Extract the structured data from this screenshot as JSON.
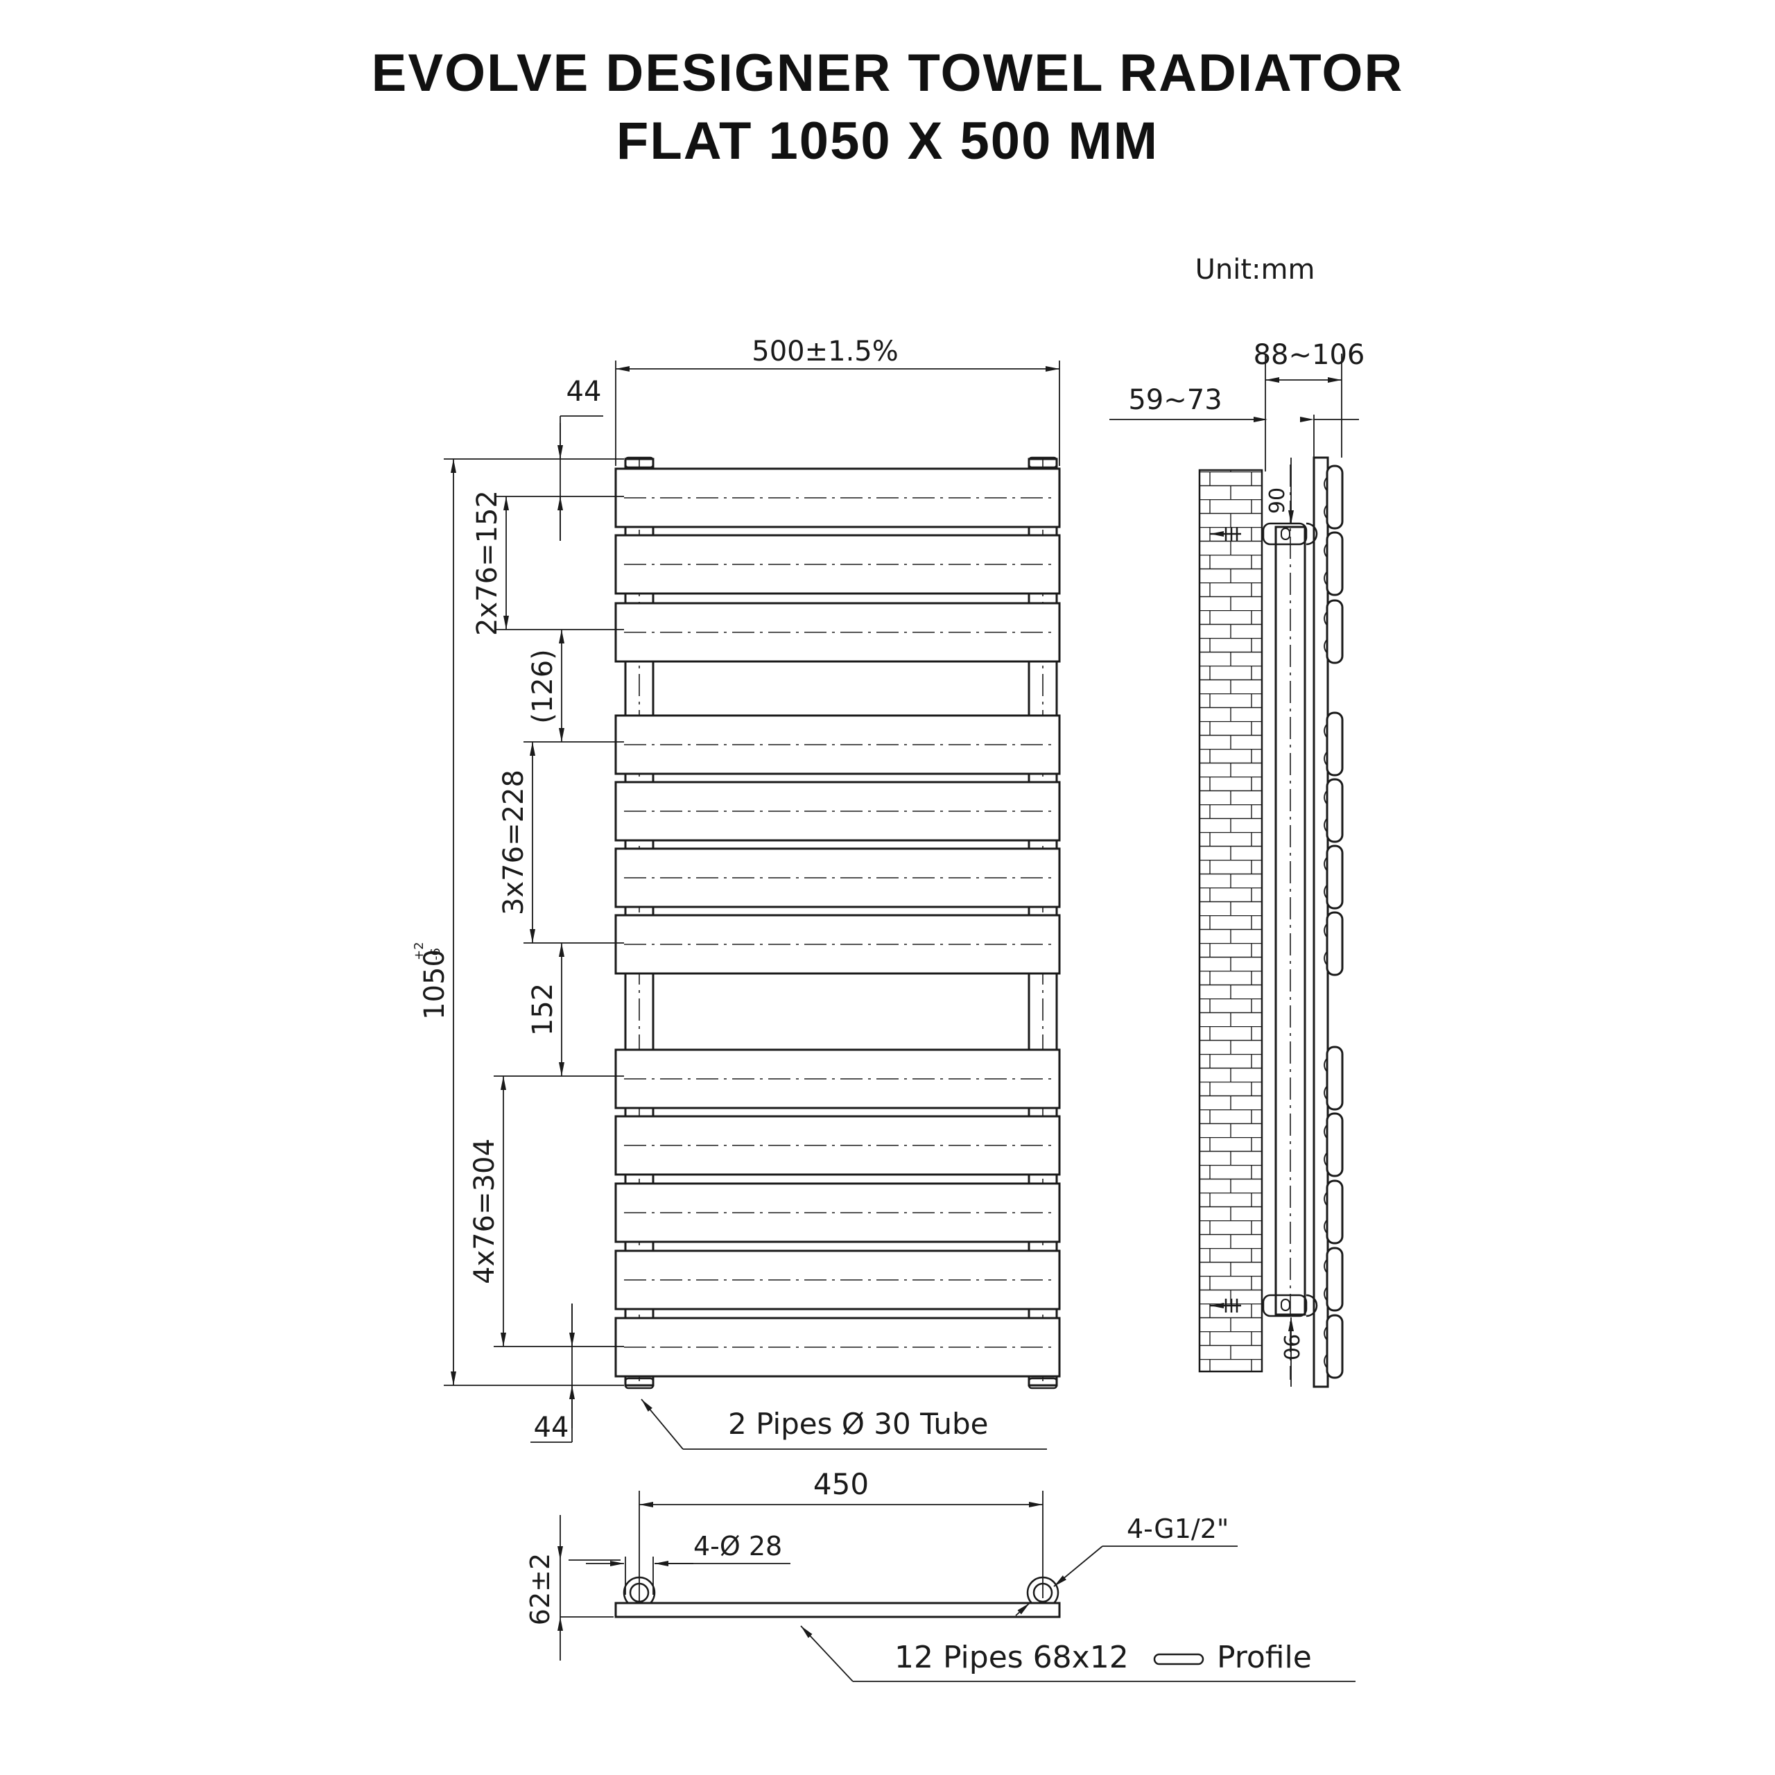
{
  "title": {
    "line1": "EVOLVE DESIGNER TOWEL RADIATOR",
    "line2": "FLAT  1050 X 500 MM"
  },
  "unit": "Unit:mm",
  "front_view": {
    "width": "500±1.5%",
    "top_offset": "44",
    "bottom_offset": "44",
    "total_height": "1050",
    "height_tol_plus": "+2",
    "height_tol_minus": "-6",
    "group1": "2x76=152",
    "gap1": "(126)",
    "group2": "3x76=228",
    "gap2": "152",
    "group3": "4x76=304",
    "pipes_note": "2 Pipes Ø 30 Tube"
  },
  "side_view": {
    "depth_total": "88~106",
    "wall_offset": "59~73",
    "top_valve": "90",
    "bottom_valve": "90"
  },
  "bottom_view": {
    "centers": "450",
    "pipe_dia": "4-Ø 28",
    "thread": "4-G1/2\"",
    "depth": "62±2",
    "profile_label": "12 Pipes 68x12",
    "profile_word": "Profile"
  }
}
